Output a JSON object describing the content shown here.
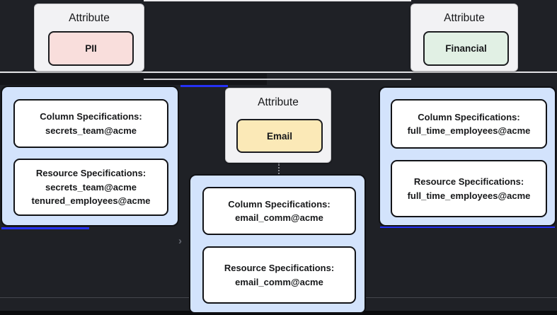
{
  "diagram": {
    "background": "#1f2126",
    "accent_blue": "#2531f5",
    "group_fill": "#d3e3fc"
  },
  "attribute_nodes": [
    {
      "title": "Attribute",
      "value": "PII",
      "color": "#f9dedc"
    },
    {
      "title": "Attribute",
      "value": "Financial",
      "color": "#e1f0e4"
    },
    {
      "title": "Attribute",
      "value": "Email",
      "color": "#fbe9b7"
    }
  ],
  "spec_groups": [
    {
      "boxes": [
        {
          "title": "Column Specifications:",
          "line1": "secrets_team@acme",
          "line2": ""
        },
        {
          "title": "Resource Specifications:",
          "line1": "secrets_team@acme",
          "line2": "tenured_employees@acme"
        }
      ]
    },
    {
      "boxes": [
        {
          "title": "Column Specifications:",
          "line1": "email_comm@acme",
          "line2": ""
        },
        {
          "title": "Resource Specifications:",
          "line1": "email_comm@acme",
          "line2": ""
        }
      ]
    },
    {
      "boxes": [
        {
          "title": "Column Specifications:",
          "line1": "full_time_employees@acme",
          "line2": ""
        },
        {
          "title": "Resource Specifications:",
          "line1": "full_time_employees@acme",
          "line2": ""
        }
      ]
    }
  ],
  "edges": {
    "arrow_glyph": "›"
  }
}
